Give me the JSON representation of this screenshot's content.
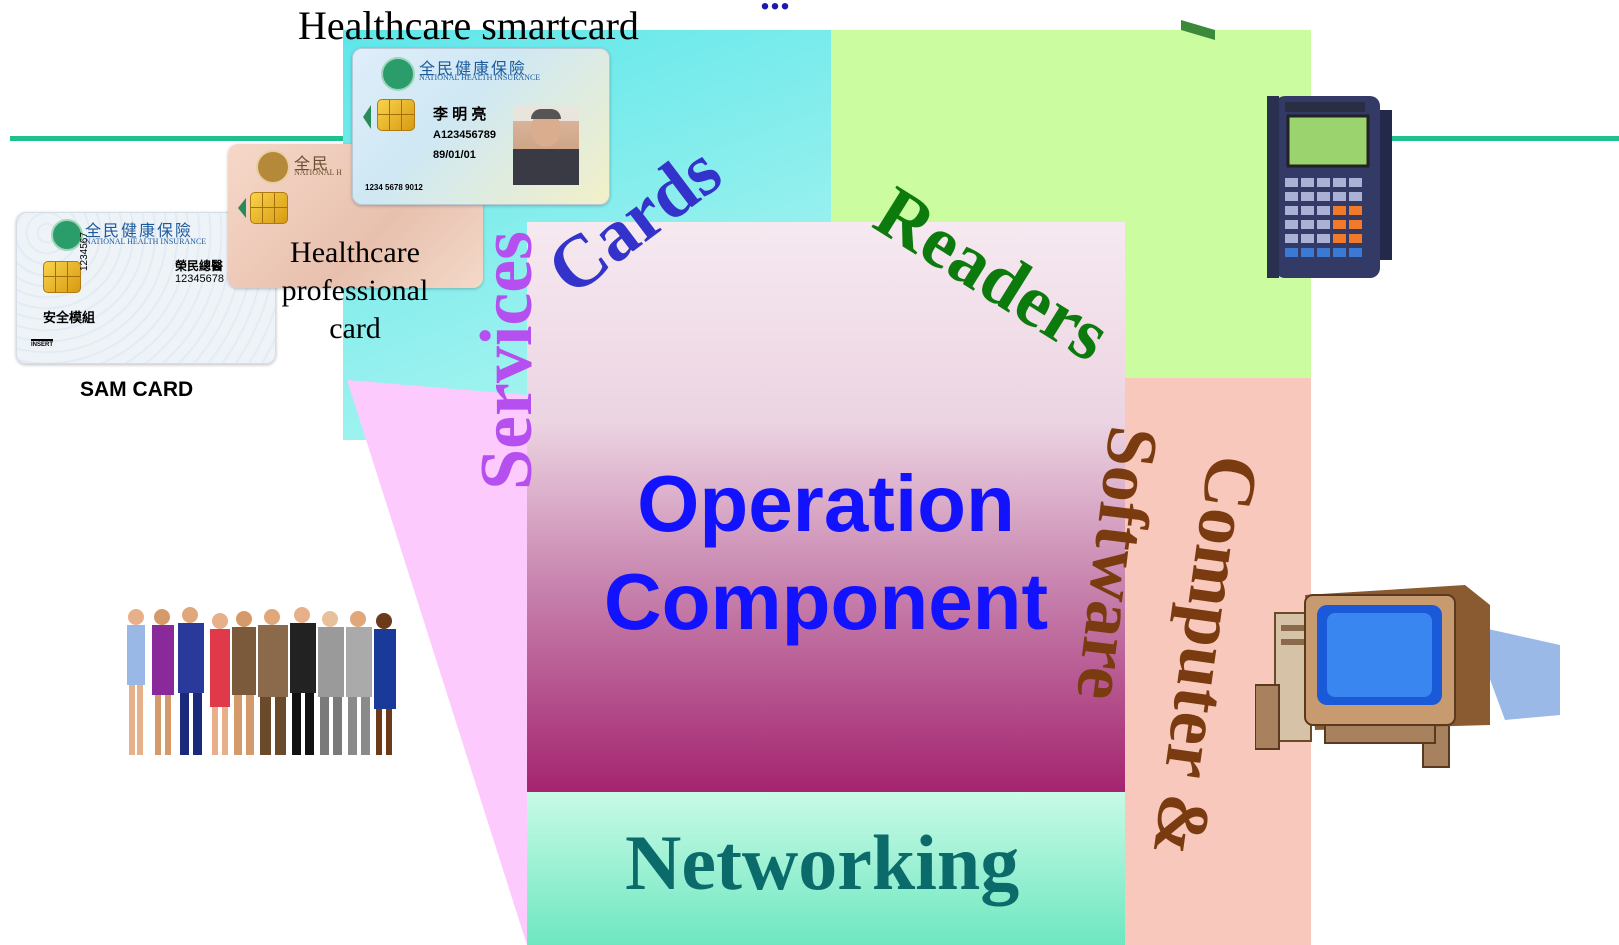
{
  "header_fragment": "...",
  "smartcard_caption": "Healthcare smartcard",
  "professional_caption": [
    "Healthcare",
    "professional",
    "card"
  ],
  "sam_caption": "SAM CARD",
  "center": {
    "line1": "Operation",
    "line2": "Component"
  },
  "segments": {
    "cards": "Cards",
    "readers": "Readers",
    "software": "Software",
    "computer": "Computer &",
    "services": "Services",
    "networking": "Networking"
  },
  "smartcard": {
    "chinese_title": "全民健康保險",
    "english_title": "NATIONAL HEALTH INSURANCE",
    "holder_name": "李 明 亮",
    "id_number": "A123456789",
    "date": "89/01/01",
    "card_number": "1234 5678 9012"
  },
  "professional_card": {
    "chinese_title": "全民",
    "english_title": "NATIONAL H"
  },
  "sam_card": {
    "chinese_title": "全民健康保險",
    "english_title": "NATIONAL HEALTH INSURANCE",
    "hospital": "榮民總醫",
    "number": "12345678",
    "vertical_number": "1234567",
    "module_label": "安全模組",
    "insert_label": "INSERT"
  },
  "colors": {
    "cards_panel": "#70ece6",
    "readers_panel": "#ccfca0",
    "computer_panel": "#f9c8bc",
    "services_panel": "#fccafc",
    "networking_panel": "#80eec8",
    "cards_text": "#3333cc",
    "readers_text": "#0c7a0c",
    "software_text": "#7a3b10",
    "services_text": "#b64ff0",
    "networking_text": "#0b6b6b",
    "center_text": "#1212ff",
    "rule": "#1fbf8f"
  }
}
